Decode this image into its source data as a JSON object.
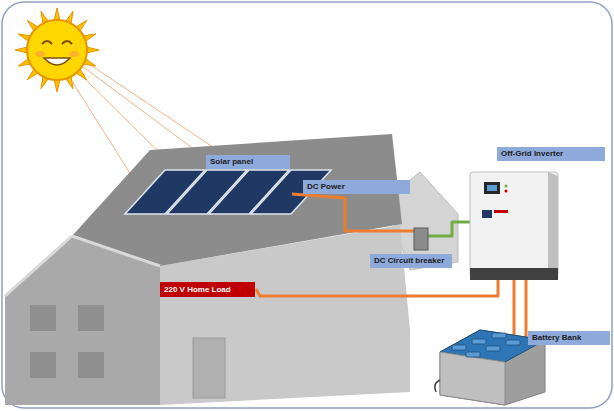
{
  "diagram": {
    "nodes": [
      {
        "text": [
          "Solar panel"
        ]
      },
      {
        "text": [
          "Off-Grid Inverter"
        ]
      },
      {
        "text": [
          "DC Power"
        ]
      },
      {
        "text": [
          "DC Circuit breaker"
        ]
      },
      {
        "text": [
          "220 V Home Load"
        ]
      },
      {
        "text": [
          "Battery Bank"
        ]
      }
    ]
  }
}
